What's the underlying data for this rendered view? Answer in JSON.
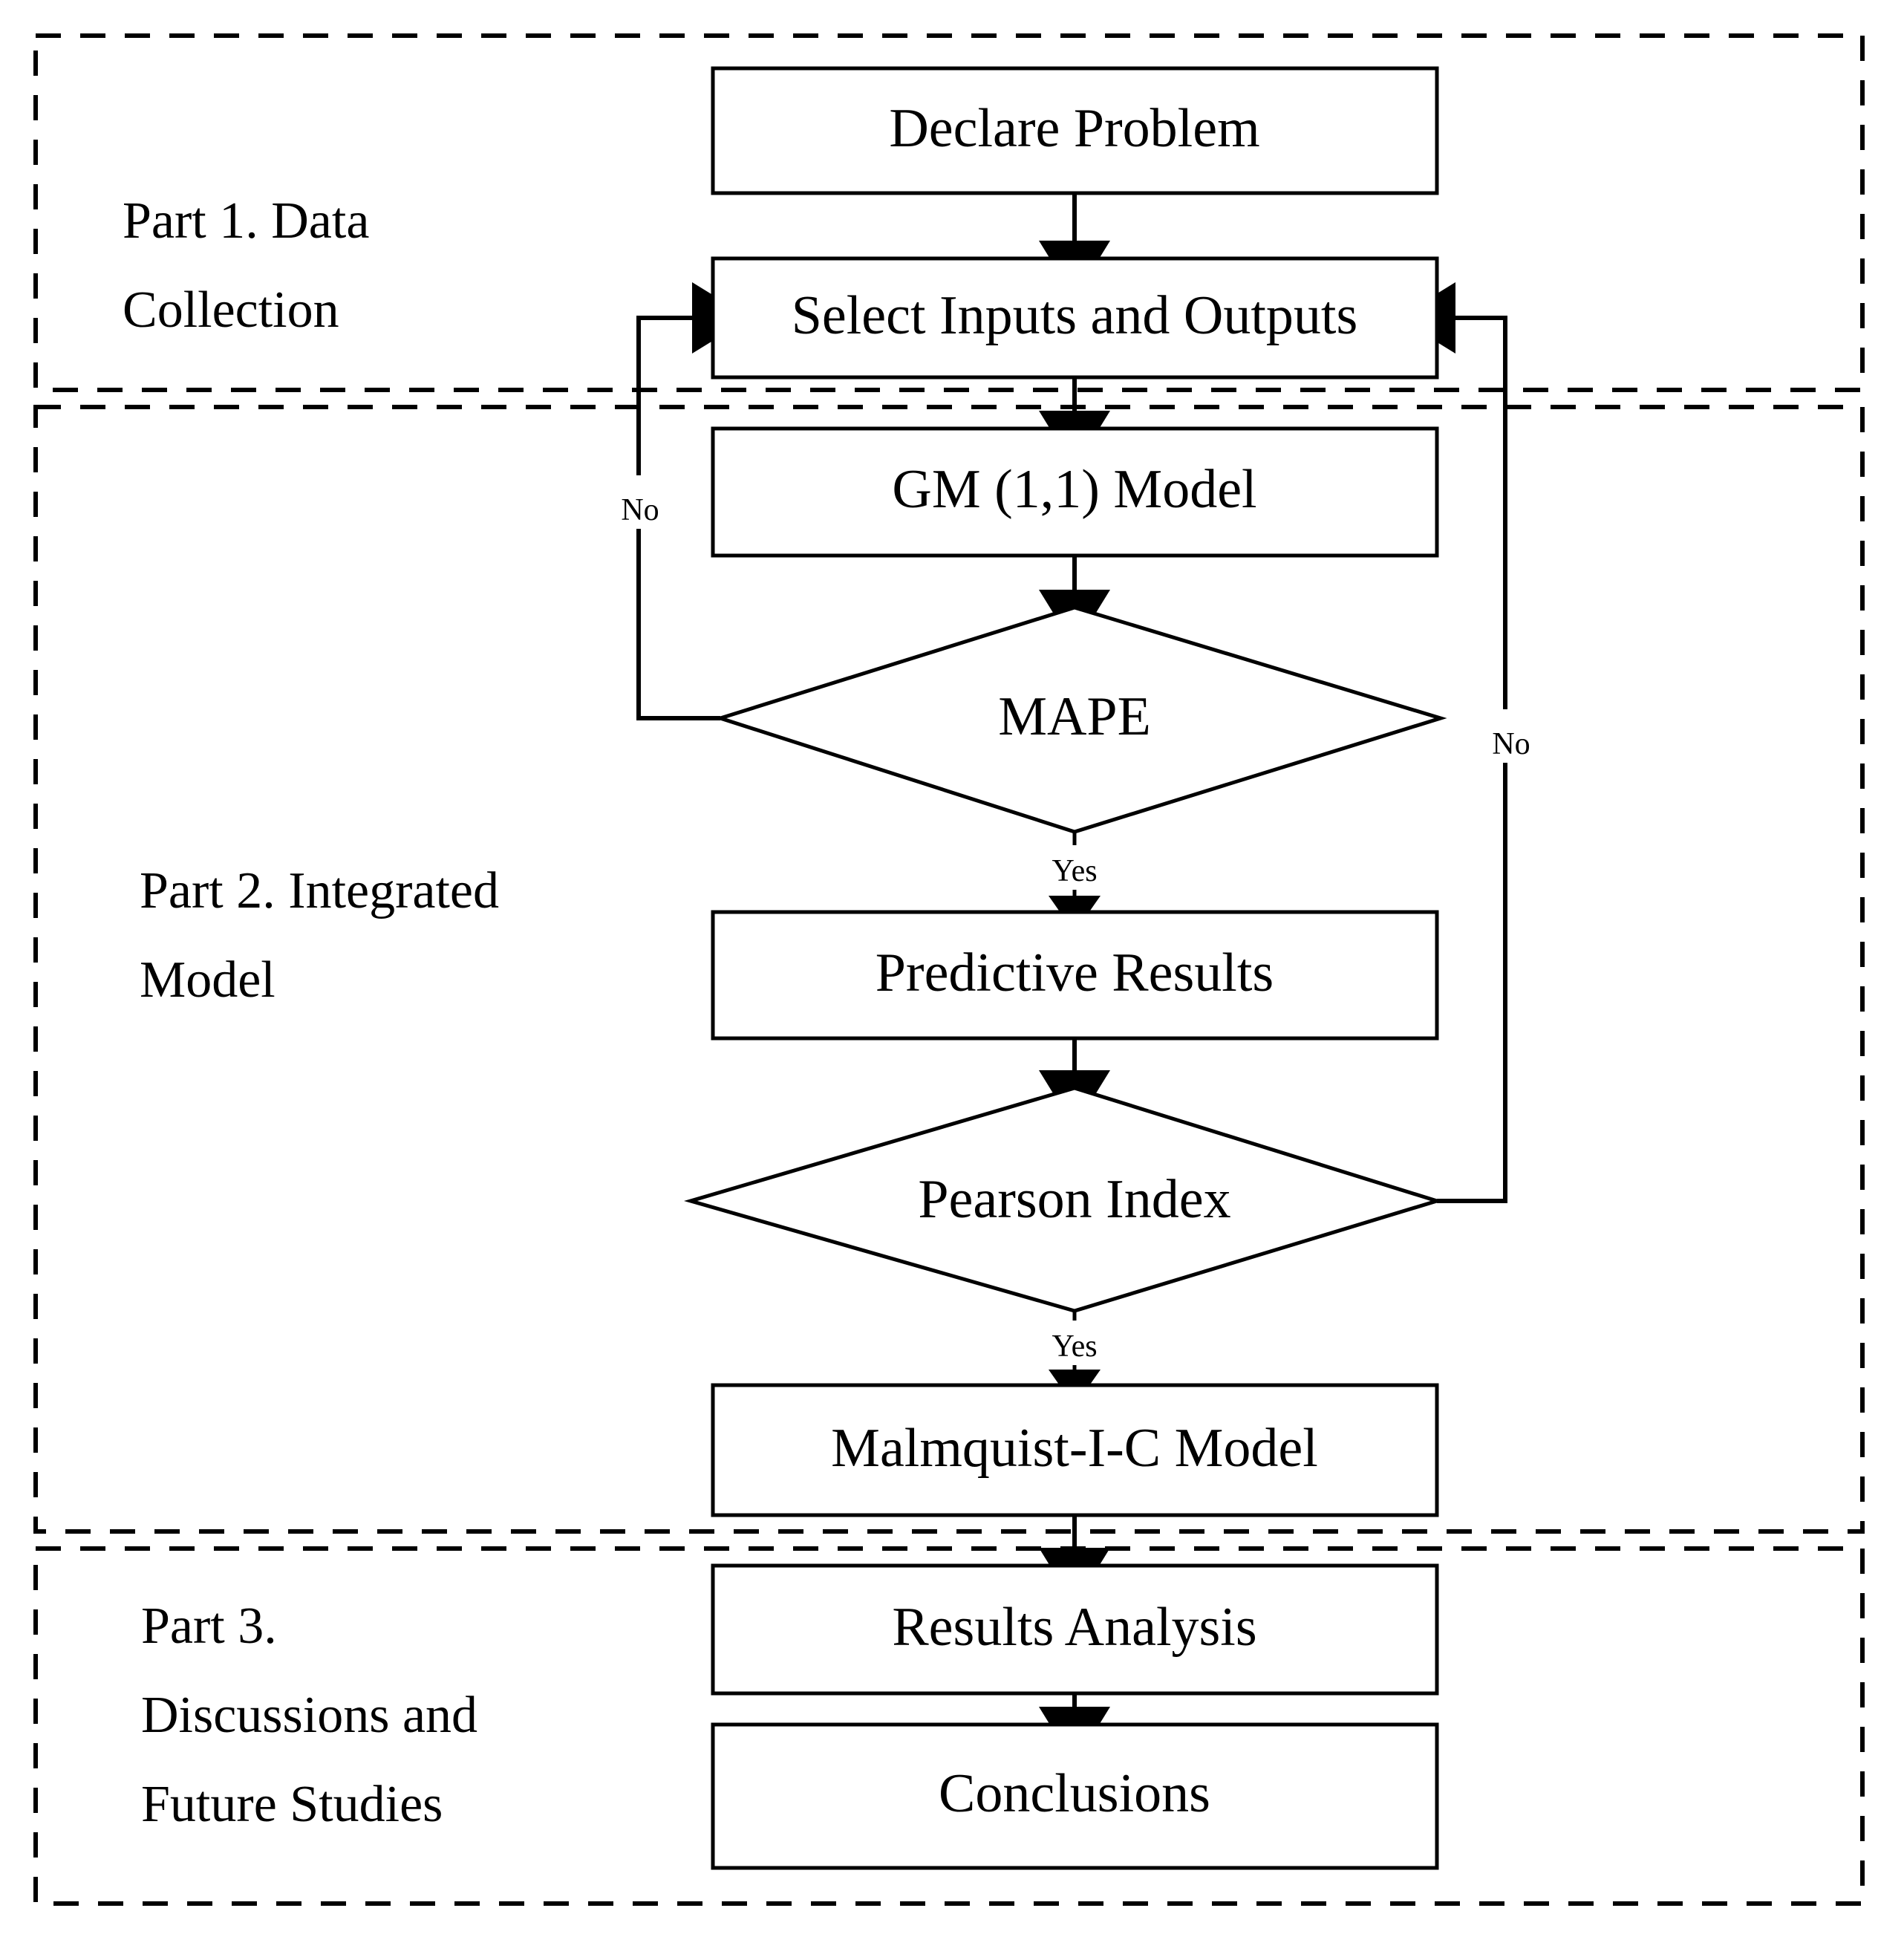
{
  "diagram": {
    "type": "flowchart",
    "background_color": "#ffffff",
    "line_color": "#000000",
    "panels": [
      {
        "id": "part1",
        "label_line1": "Part 1. Data",
        "label_line2": "Collection",
        "label_line3": ""
      },
      {
        "id": "part2",
        "label_line1": "Part 2. Integrated",
        "label_line2": "Model",
        "label_line3": ""
      },
      {
        "id": "part3",
        "label_line1": "Part 3.",
        "label_line2": "Discussions and",
        "label_line3": "Future Studies"
      }
    ],
    "nodes": [
      {
        "id": "declare-problem",
        "shape": "rectangle",
        "label": "Declare Problem"
      },
      {
        "id": "select-inputs-outputs",
        "shape": "rectangle",
        "label": "Select Inputs and Outputs"
      },
      {
        "id": "gm-model",
        "shape": "rectangle",
        "label": "GM (1,1) Model"
      },
      {
        "id": "mape",
        "shape": "diamond",
        "label": "MAPE"
      },
      {
        "id": "predictive-results",
        "shape": "rectangle",
        "label": "Predictive Results"
      },
      {
        "id": "pearson-index",
        "shape": "diamond",
        "label": "Pearson Index"
      },
      {
        "id": "malmquist-model",
        "shape": "rectangle",
        "label": "Malmquist-I-C Model"
      },
      {
        "id": "results-analysis",
        "shape": "rectangle",
        "label": "Results Analysis"
      },
      {
        "id": "conclusions",
        "shape": "rectangle",
        "label": "Conclusions"
      }
    ],
    "edge_labels": {
      "mape_no": "No",
      "mape_yes": "Yes",
      "pearson_no": "No",
      "pearson_yes": "Yes"
    },
    "edges": [
      {
        "from": "declare-problem",
        "to": "select-inputs-outputs",
        "label": ""
      },
      {
        "from": "select-inputs-outputs",
        "to": "gm-model",
        "label": ""
      },
      {
        "from": "gm-model",
        "to": "mape",
        "label": ""
      },
      {
        "from": "mape",
        "to": "select-inputs-outputs",
        "label": "No"
      },
      {
        "from": "mape",
        "to": "predictive-results",
        "label": "Yes"
      },
      {
        "from": "predictive-results",
        "to": "pearson-index",
        "label": ""
      },
      {
        "from": "pearson-index",
        "to": "select-inputs-outputs",
        "label": "No"
      },
      {
        "from": "pearson-index",
        "to": "malmquist-model",
        "label": "Yes"
      },
      {
        "from": "malmquist-model",
        "to": "results-analysis",
        "label": ""
      },
      {
        "from": "results-analysis",
        "to": "conclusions",
        "label": ""
      }
    ]
  }
}
